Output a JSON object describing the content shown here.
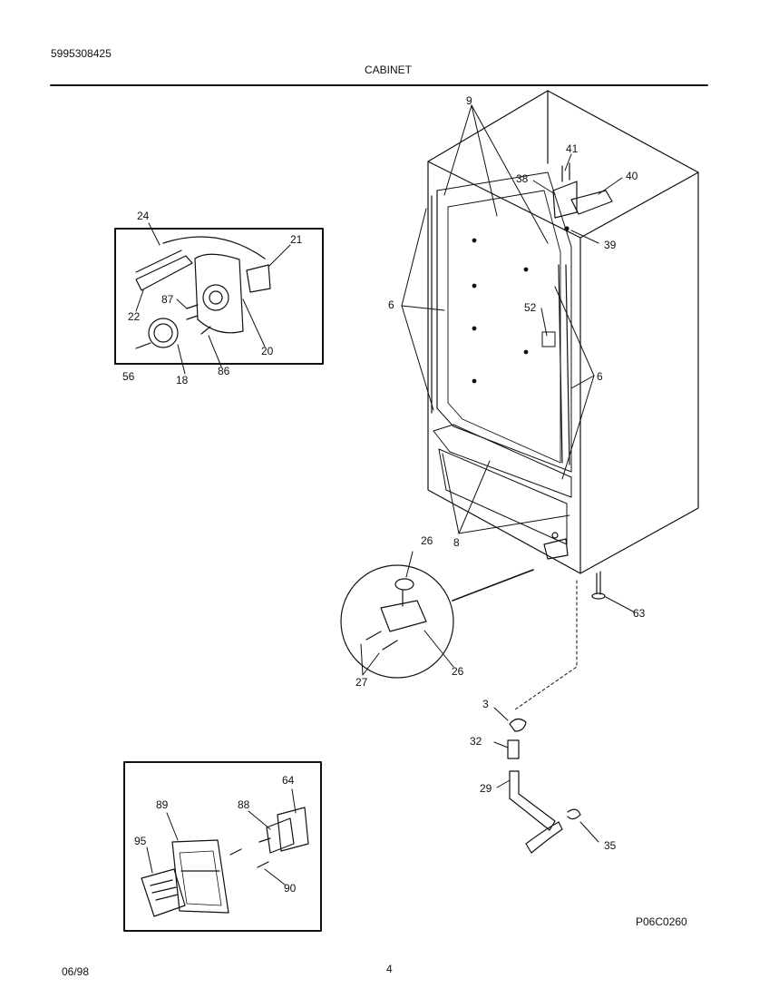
{
  "header": {
    "part_number": "5995308425",
    "section_title": "CABINET"
  },
  "footer": {
    "date": "06/98",
    "page_number": "4",
    "diagram_code": "P06C0260"
  },
  "callouts": {
    "c9": "9",
    "c41": "41",
    "c38": "38",
    "c40": "40",
    "c39": "39",
    "c6a": "6",
    "c52": "52",
    "c6b": "6",
    "c8": "8",
    "c26a": "26",
    "c26b": "26",
    "c27": "27",
    "c63": "63",
    "c3": "3",
    "c32": "32",
    "c29": "29",
    "c35": "35",
    "c24": "24",
    "c21": "21",
    "c22": "22",
    "c87": "87",
    "c20": "20",
    "c56": "56",
    "c18": "18",
    "c86": "86",
    "c64": "64",
    "c89": "89",
    "c88": "88",
    "c95": "95",
    "c90": "90"
  },
  "colors": {
    "ink": "#111111",
    "paper": "#ffffff"
  }
}
